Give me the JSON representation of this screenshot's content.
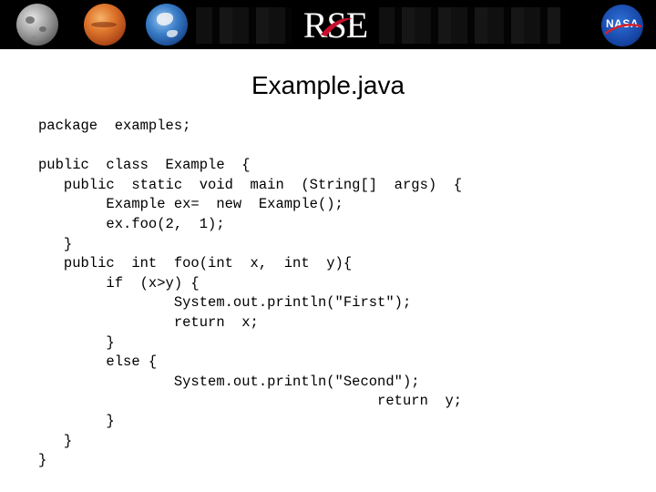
{
  "header": {
    "logo_text": "RSE",
    "agency_text": "NASA",
    "planet_icons": [
      "moon-icon",
      "mars-icon",
      "earth-icon"
    ]
  },
  "slide": {
    "title": "Example.java"
  },
  "code_lines": [
    "package  examples;",
    "",
    "public  class  Example  {",
    "   public  static  void  main  (String[]  args)  {",
    "        Example ex=  new  Example();",
    "        ex.foo(2,  1);",
    "   }",
    "   public  int  foo(int  x,  int  y){",
    "        if  (x>y) {",
    "                System.out.println(\"First\");",
    "                return  x;",
    "        }",
    "        else {",
    "                System.out.println(\"Second\");",
    "                                        return  y;",
    "        }",
    "   }",
    "}"
  ],
  "colors": {
    "banner": "#000000",
    "logo_accent": "#c8102e",
    "nasa_blue": "#1747a8"
  }
}
